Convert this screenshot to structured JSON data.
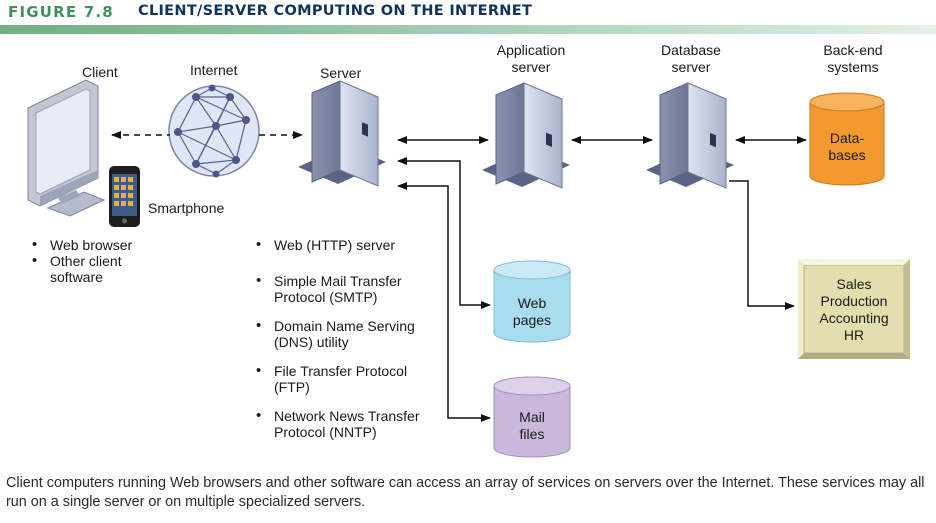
{
  "figure": {
    "number": "FIGURE 7.8",
    "title": "CLIENT/SERVER COMPUTING ON THE INTERNET"
  },
  "labels": {
    "client": "Client",
    "internet": "Internet",
    "server": "Server",
    "application_server": "Application\nserver",
    "database_server": "Database\nserver",
    "backend_systems": "Back-end\nsystems",
    "smartphone": "Smartphone",
    "databases": "Data-\nbases",
    "web_pages": "Web\npages",
    "mail_files": "Mail\nfiles",
    "sales_box": "Sales\nProduction\nAccounting\nHR"
  },
  "client_bullets": [
    "Web browser",
    "Other client\nsoftware"
  ],
  "server_bullets": [
    "Web (HTTP) server",
    "Simple Mail Transfer\nProtocol (SMTP)",
    "Domain Name Serving\n(DNS) utility",
    "File Transfer Protocol\n(FTP)",
    "Network News Transfer\nProtocol (NNTP)"
  ],
  "caption": "Client computers running Web browsers and other software can access an array of services on servers over the Internet. These services may all run on a single server or on multiple specialized servers.",
  "colors": {
    "figure_number": "#3f8f5f",
    "figure_title": "#13335a",
    "databases_fill": "#f39a2e",
    "web_pages_fill": "#a9dcef",
    "mail_files_fill": "#c9b8dc",
    "sales_box_fill": "#e4e0b0",
    "server_fill": "#c6cde0"
  }
}
